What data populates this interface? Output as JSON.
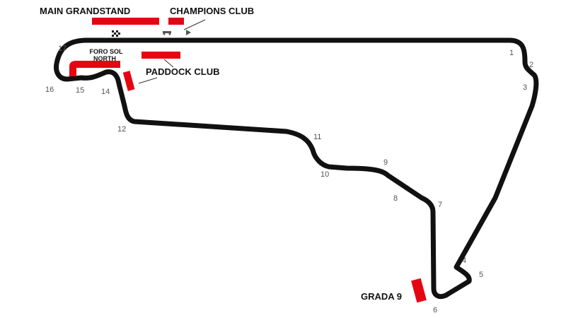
{
  "colors": {
    "track": "#111111",
    "stand": "#e30613",
    "background": "#ffffff",
    "turn_number": "#555555",
    "label": "#111111"
  },
  "stands": {
    "main_grandstand": "MAIN GRANDSTAND",
    "champions_club": "CHAMPIONS CLUB",
    "foro_sol_north_line1": "FORO SOL",
    "foro_sol_north_line2": "NORTH",
    "paddock_club": "PADDOCK CLUB",
    "grada_9": "GRADA 9"
  },
  "icons": {
    "start_finish": "checkered-flag-icon",
    "pit_direction": "car-arrow-icon"
  },
  "turns": [
    "1",
    "2",
    "3",
    "4",
    "5",
    "6",
    "7",
    "8",
    "9",
    "10",
    "11",
    "12",
    "14",
    "15",
    "16",
    "17"
  ]
}
